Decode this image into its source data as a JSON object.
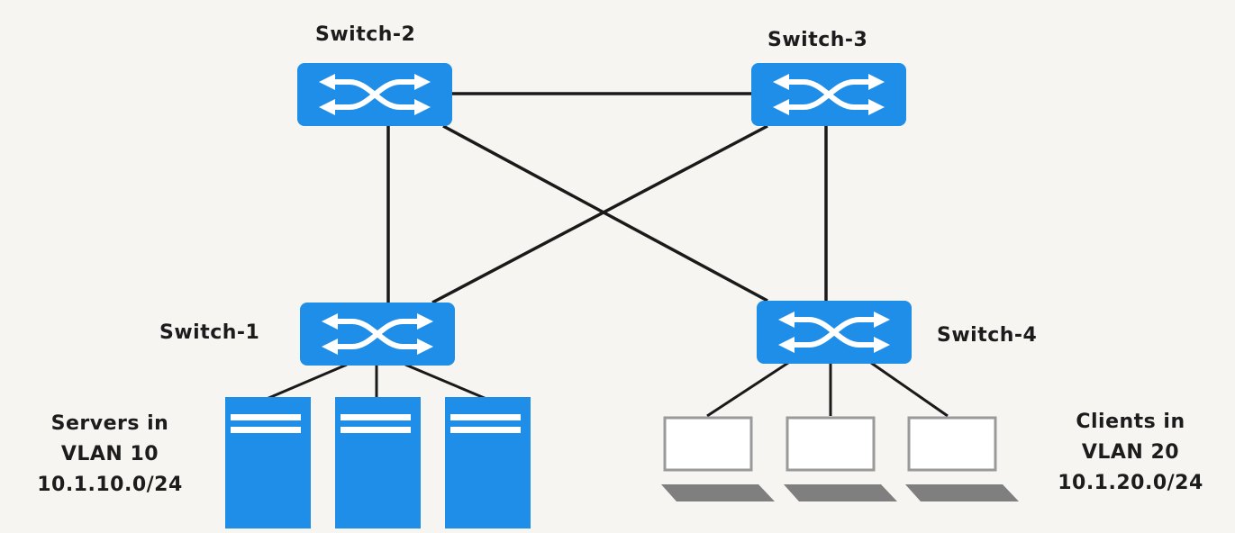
{
  "switches": [
    {
      "id": "sw2",
      "label": "Switch-2"
    },
    {
      "id": "sw3",
      "label": "Switch-3"
    },
    {
      "id": "sw1",
      "label": "Switch-1"
    },
    {
      "id": "sw4",
      "label": "Switch-4"
    }
  ],
  "links": [
    [
      "sw2",
      "sw3"
    ],
    [
      "sw2",
      "sw1"
    ],
    [
      "sw2",
      "sw4"
    ],
    [
      "sw3",
      "sw1"
    ],
    [
      "sw3",
      "sw4"
    ]
  ],
  "servers_group": {
    "line1": "Servers in",
    "line2": "VLAN 10",
    "line3": "10.1.10.0/24",
    "count": 3
  },
  "clients_group": {
    "line1": "Clients in",
    "line2": "VLAN 20",
    "line3": "10.1.20.0/24",
    "count": 3
  },
  "colors": {
    "switch": "#1f8ee8",
    "server": "#1f8ee8",
    "laptop_outline": "#9a9a9a",
    "laptop_keyboard": "#7f7f7f",
    "link": "#1a1a1a",
    "background": "#f6f5f1"
  }
}
